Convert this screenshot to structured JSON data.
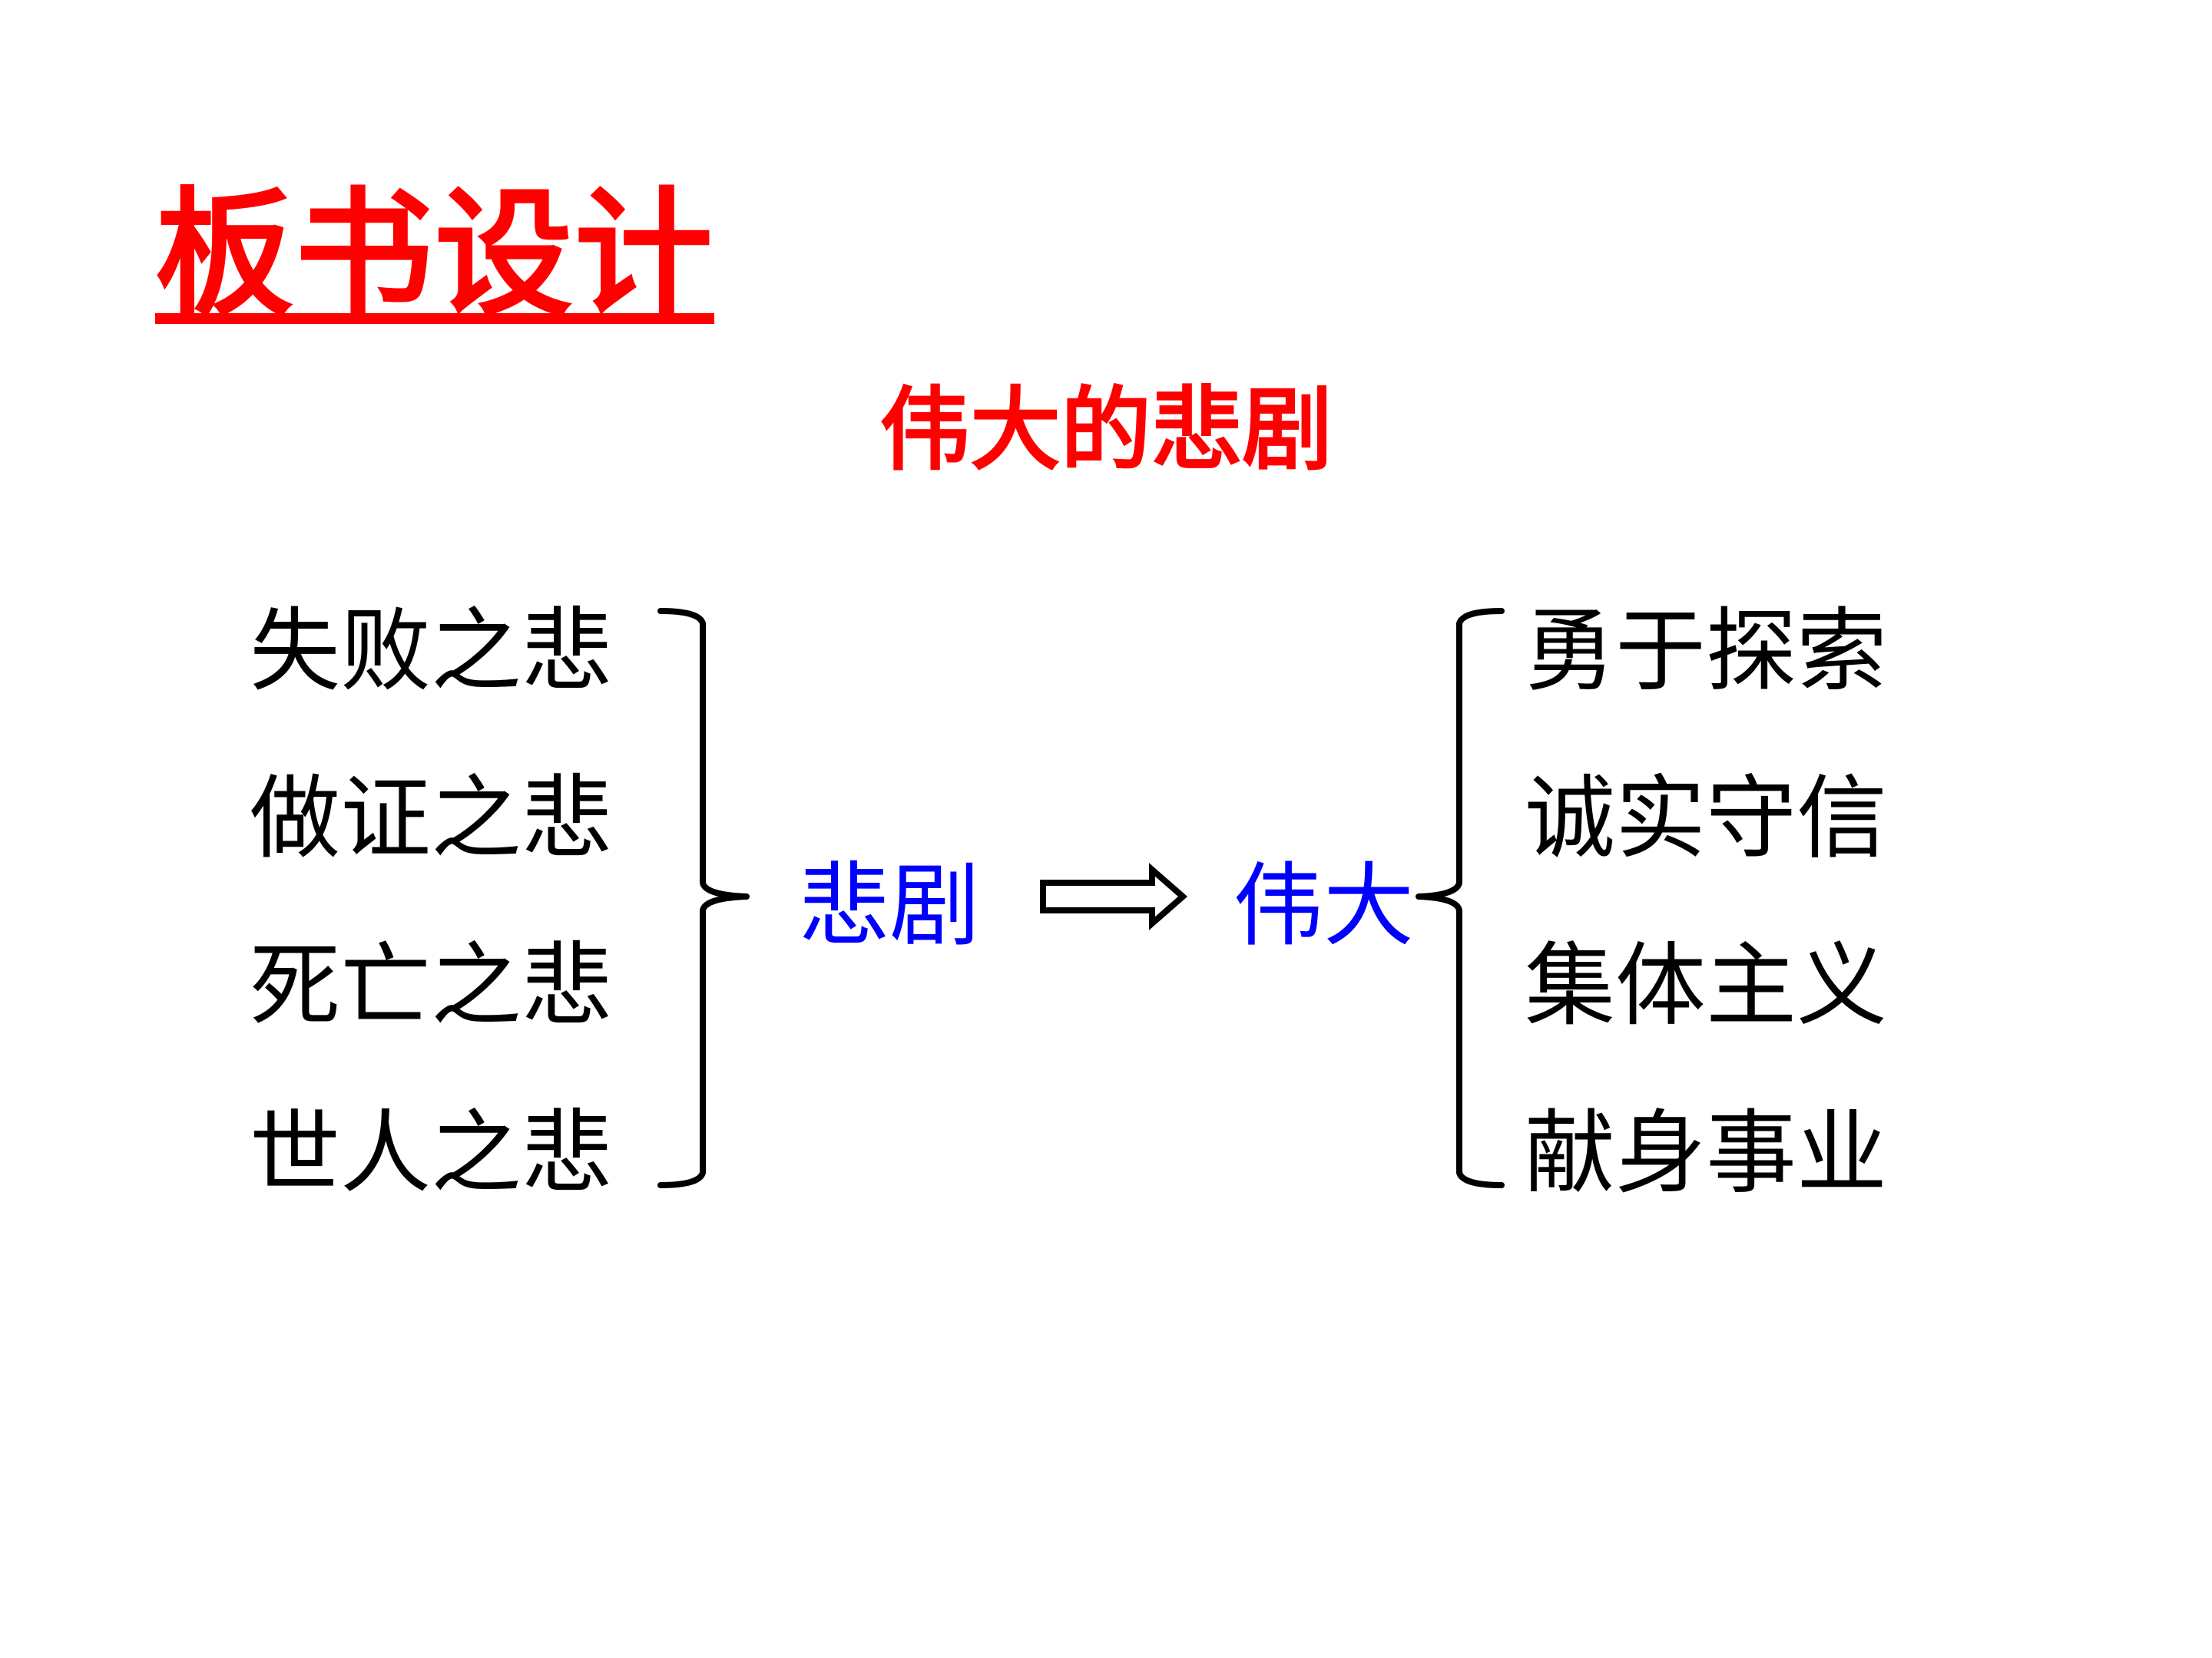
{
  "heading": "板书设计",
  "subtitle": "伟大的悲剧",
  "left_items": [
    "失败之悲",
    "做证之悲",
    "死亡之悲",
    "世人之悲"
  ],
  "center_left": "悲剧",
  "center_right": "伟大",
  "right_items": [
    "勇于探索",
    "诚实守信",
    "集体主义",
    "献身事业"
  ],
  "colors": {
    "red": "#ff0000",
    "blue": "#0000ff",
    "black": "#000000"
  }
}
